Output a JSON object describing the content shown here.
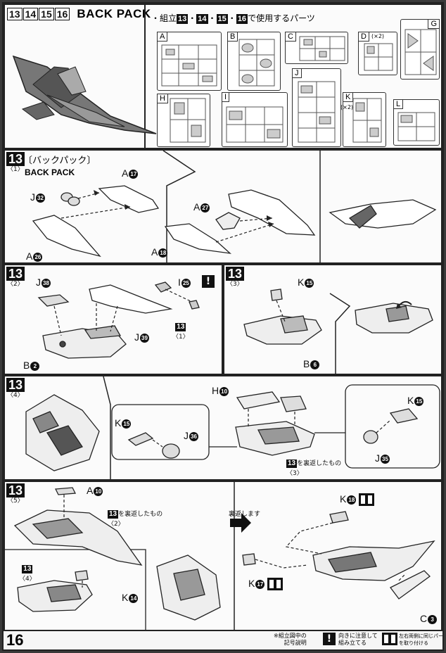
{
  "header": {
    "steps": [
      "13",
      "14",
      "15",
      "16"
    ],
    "title": "BACK PACK",
    "parts_note_prefix": "・組立",
    "parts_note_steps": [
      "13",
      "14",
      "15",
      "16"
    ],
    "parts_note_sep": "・",
    "parts_note_suffix": "で使用するパーツ"
  },
  "runners": [
    {
      "id": "A",
      "mult": ""
    },
    {
      "id": "B",
      "mult": ""
    },
    {
      "id": "C",
      "mult": ""
    },
    {
      "id": "D",
      "mult": "(×2)"
    },
    {
      "id": "G",
      "mult": ""
    },
    {
      "id": "J",
      "mult": ""
    },
    {
      "id": "H",
      "mult": ""
    },
    {
      "id": "I",
      "mult": ""
    },
    {
      "id": "K",
      "mult": "(×2)"
    },
    {
      "id": "L",
      "mult": ""
    }
  ],
  "step13_1": {
    "num": "13",
    "sub": "〈1〉",
    "title_jp": "〔バックパック〕",
    "title_en": "BACK PACK",
    "parts": [
      {
        "runner": "A",
        "num": "17"
      },
      {
        "runner": "J",
        "num": "32"
      },
      {
        "runner": "A",
        "num": "26"
      },
      {
        "runner": "A",
        "num": "27"
      },
      {
        "runner": "A",
        "num": "18"
      }
    ]
  },
  "step13_2": {
    "num": "13",
    "sub": "〈2〉",
    "parts": [
      {
        "runner": "J",
        "num": "38"
      },
      {
        "runner": "I",
        "num": "25"
      },
      {
        "runner": "J",
        "num": "39"
      },
      {
        "runner": "B",
        "num": "2"
      }
    ],
    "warn": "!",
    "ref_step": "13",
    "ref_sub": "〈1〉"
  },
  "step13_3": {
    "num": "13",
    "sub": "〈3〉",
    "parts": [
      {
        "runner": "K",
        "num": "15"
      },
      {
        "runner": "B",
        "num": "6"
      }
    ]
  },
  "step13_4": {
    "num": "13",
    "sub": "〈4〉",
    "parts": [
      {
        "runner": "H",
        "num": "10"
      },
      {
        "runner": "K",
        "num": "15"
      },
      {
        "runner": "J",
        "num": "36"
      },
      {
        "runner": "K",
        "num": "15"
      },
      {
        "runner": "J",
        "num": "35"
      }
    ],
    "ref_step": "13",
    "ref_sub": "〈3〉",
    "ref_text": "を裏返したもの"
  },
  "step13_5": {
    "num": "13",
    "sub": "〈5〉",
    "parts": [
      {
        "runner": "A",
        "num": "10"
      },
      {
        "runner": "K",
        "num": "14"
      },
      {
        "runner": "K",
        "num": "18"
      },
      {
        "runner": "K",
        "num": "17"
      },
      {
        "runner": "C",
        "num": "3"
      }
    ],
    "ref1_step": "13",
    "ref1_sub": "〈2〉",
    "ref1_text": "を裏返したもの",
    "ref2_step": "13",
    "ref2_sub": "〈4〉",
    "flip_text": "裏返します"
  },
  "footer": {
    "page_number": "16",
    "legend_title_1": "※組立図中の",
    "legend_title_2": "記号説明",
    "legend_1_text_1": "向きに注意して",
    "legend_1_text_2": "組み立てる",
    "legend_2_text_1": "左右両側に同じパーツ",
    "legend_2_text_2": "を取り付ける"
  }
}
